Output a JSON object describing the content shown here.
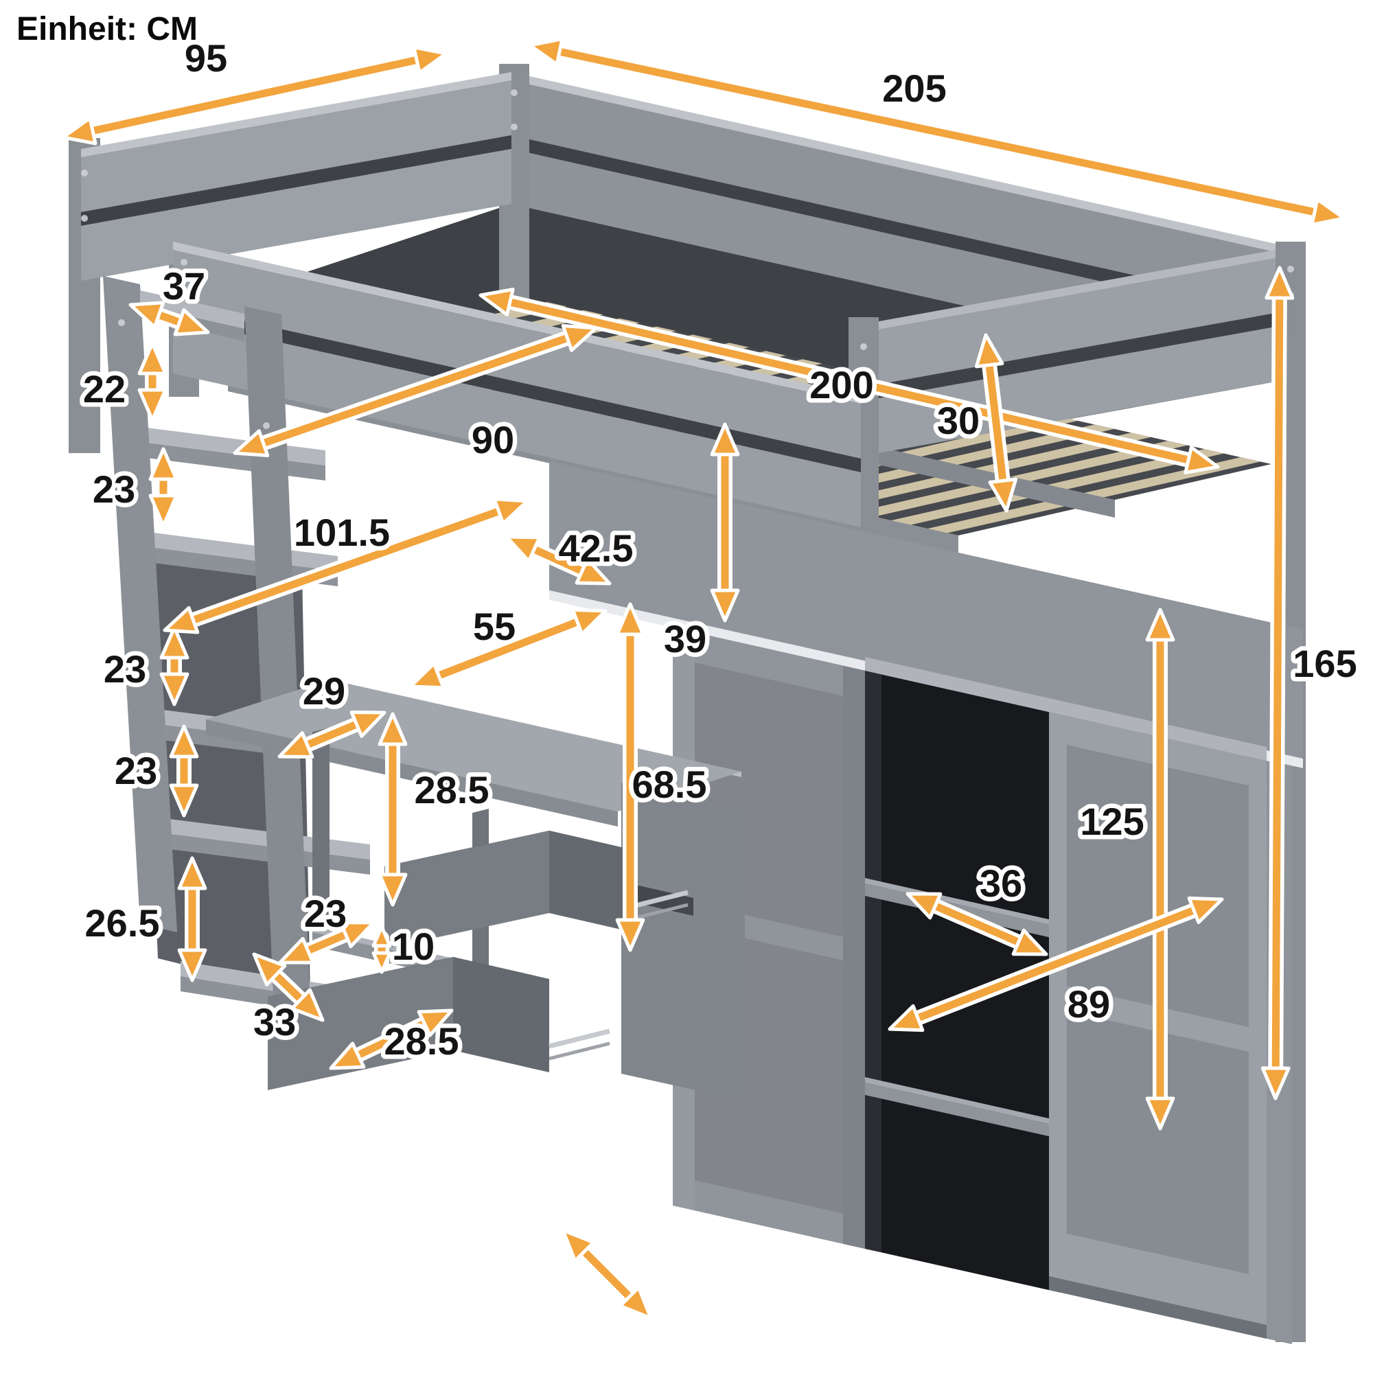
{
  "title_note": {
    "unit_label": "Einheit: CM"
  },
  "dimensions": {
    "d95": "95",
    "d205": "205",
    "d37": "37",
    "d22": "22",
    "d23_shelf_1": "23",
    "d23_shelf_2": "23",
    "d23_shelf_3": "23",
    "d26_5": "26.5",
    "d101_5": "101.5",
    "d90": "90",
    "d200": "200",
    "d39": "39",
    "d30": "30",
    "d42_5": "42.5",
    "d55": "55",
    "d29": "29",
    "d28_5_cubby": "28.5",
    "d68_5": "68.5",
    "d23_drawer": "23",
    "d10": "10",
    "d33": "33",
    "d28_5_drawer": "28.5",
    "d165": "165",
    "d125": "125",
    "d36": "36",
    "d89": "89"
  },
  "colors": {
    "arrow_orange": "#F2A43D",
    "label_text": "#141414",
    "rail_gray": "#8E939A",
    "light_top": "#C0C4C9",
    "dark_interior": "#3E4146",
    "wardrobe_opening": "#17191D",
    "slat_tan": "#CEC2A5",
    "white_strip": "#E8EAED"
  }
}
